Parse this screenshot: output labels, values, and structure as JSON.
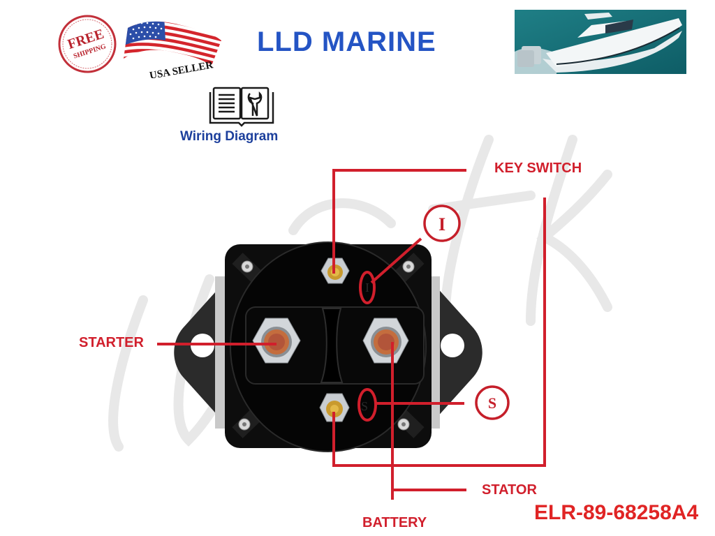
{
  "header": {
    "brand": "LLD MARINE",
    "badge_free_line1": "FREE",
    "badge_free_line2": "SHIPPING",
    "seller_badge": "USA SELLER",
    "flag_icon": "us-flag-icon",
    "boat_photo": "boat-photo"
  },
  "section": {
    "icon": "wiring-manual-icon",
    "title": "Wiring Diagram"
  },
  "diagram": {
    "terminals": {
      "I_marker": "I",
      "S_marker": "S"
    },
    "labels": {
      "key_switch": "KEY SWITCH",
      "starter": "STARTER",
      "stator": "STATOR",
      "battery": "BATTERY"
    },
    "watermark": "LLDtk",
    "wire_color": "#d11f2c"
  },
  "footer": {
    "part_number": "ELR-89-68258A4"
  },
  "colors": {
    "brand_blue": "#2454c4",
    "label_red": "#d11f2c",
    "part_red": "#e02424",
    "section_blue": "#1c3f9c"
  }
}
